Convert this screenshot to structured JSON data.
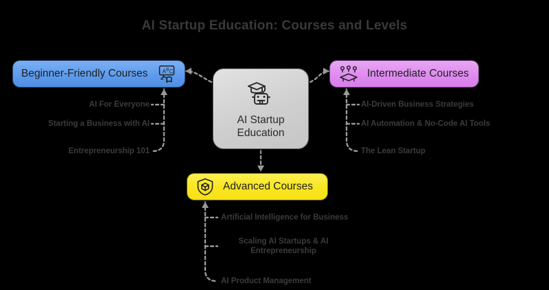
{
  "title": "AI Startup Education: Courses and Levels",
  "background_color": "#000000",
  "center": {
    "label_line1": "AI Startup",
    "label_line2": "Education",
    "icon": "graduation-robot-icon",
    "color": "#d3d3d3"
  },
  "branches": [
    {
      "id": "beginner",
      "label": "Beginner-Friendly Courses",
      "icon": "abc-book-icon",
      "color": "#5f9ced",
      "side": "left",
      "items": [
        "AI For Everyone",
        "Starting a Business with AI",
        "Entrepreneurship 101"
      ]
    },
    {
      "id": "intermediate",
      "label": "Intermediate Courses",
      "icon": "graduation-people-icon",
      "color": "#df8cef",
      "side": "right",
      "items": [
        "AI-Driven Business Strategies",
        "AI Automation & No-Code AI Tools",
        "The Lean Startup"
      ]
    },
    {
      "id": "advanced",
      "label": "Advanced Courses",
      "icon": "shield-cube-icon",
      "color": "#f9e522",
      "side": "bottom",
      "items": [
        "Artificial Intelligence for Business",
        "Scaling AI Startups & AI\nEntrepreneurship",
        "AI Product Management"
      ]
    }
  ],
  "edge_style": {
    "color": "#9a9a9a",
    "dash": "4 4"
  }
}
